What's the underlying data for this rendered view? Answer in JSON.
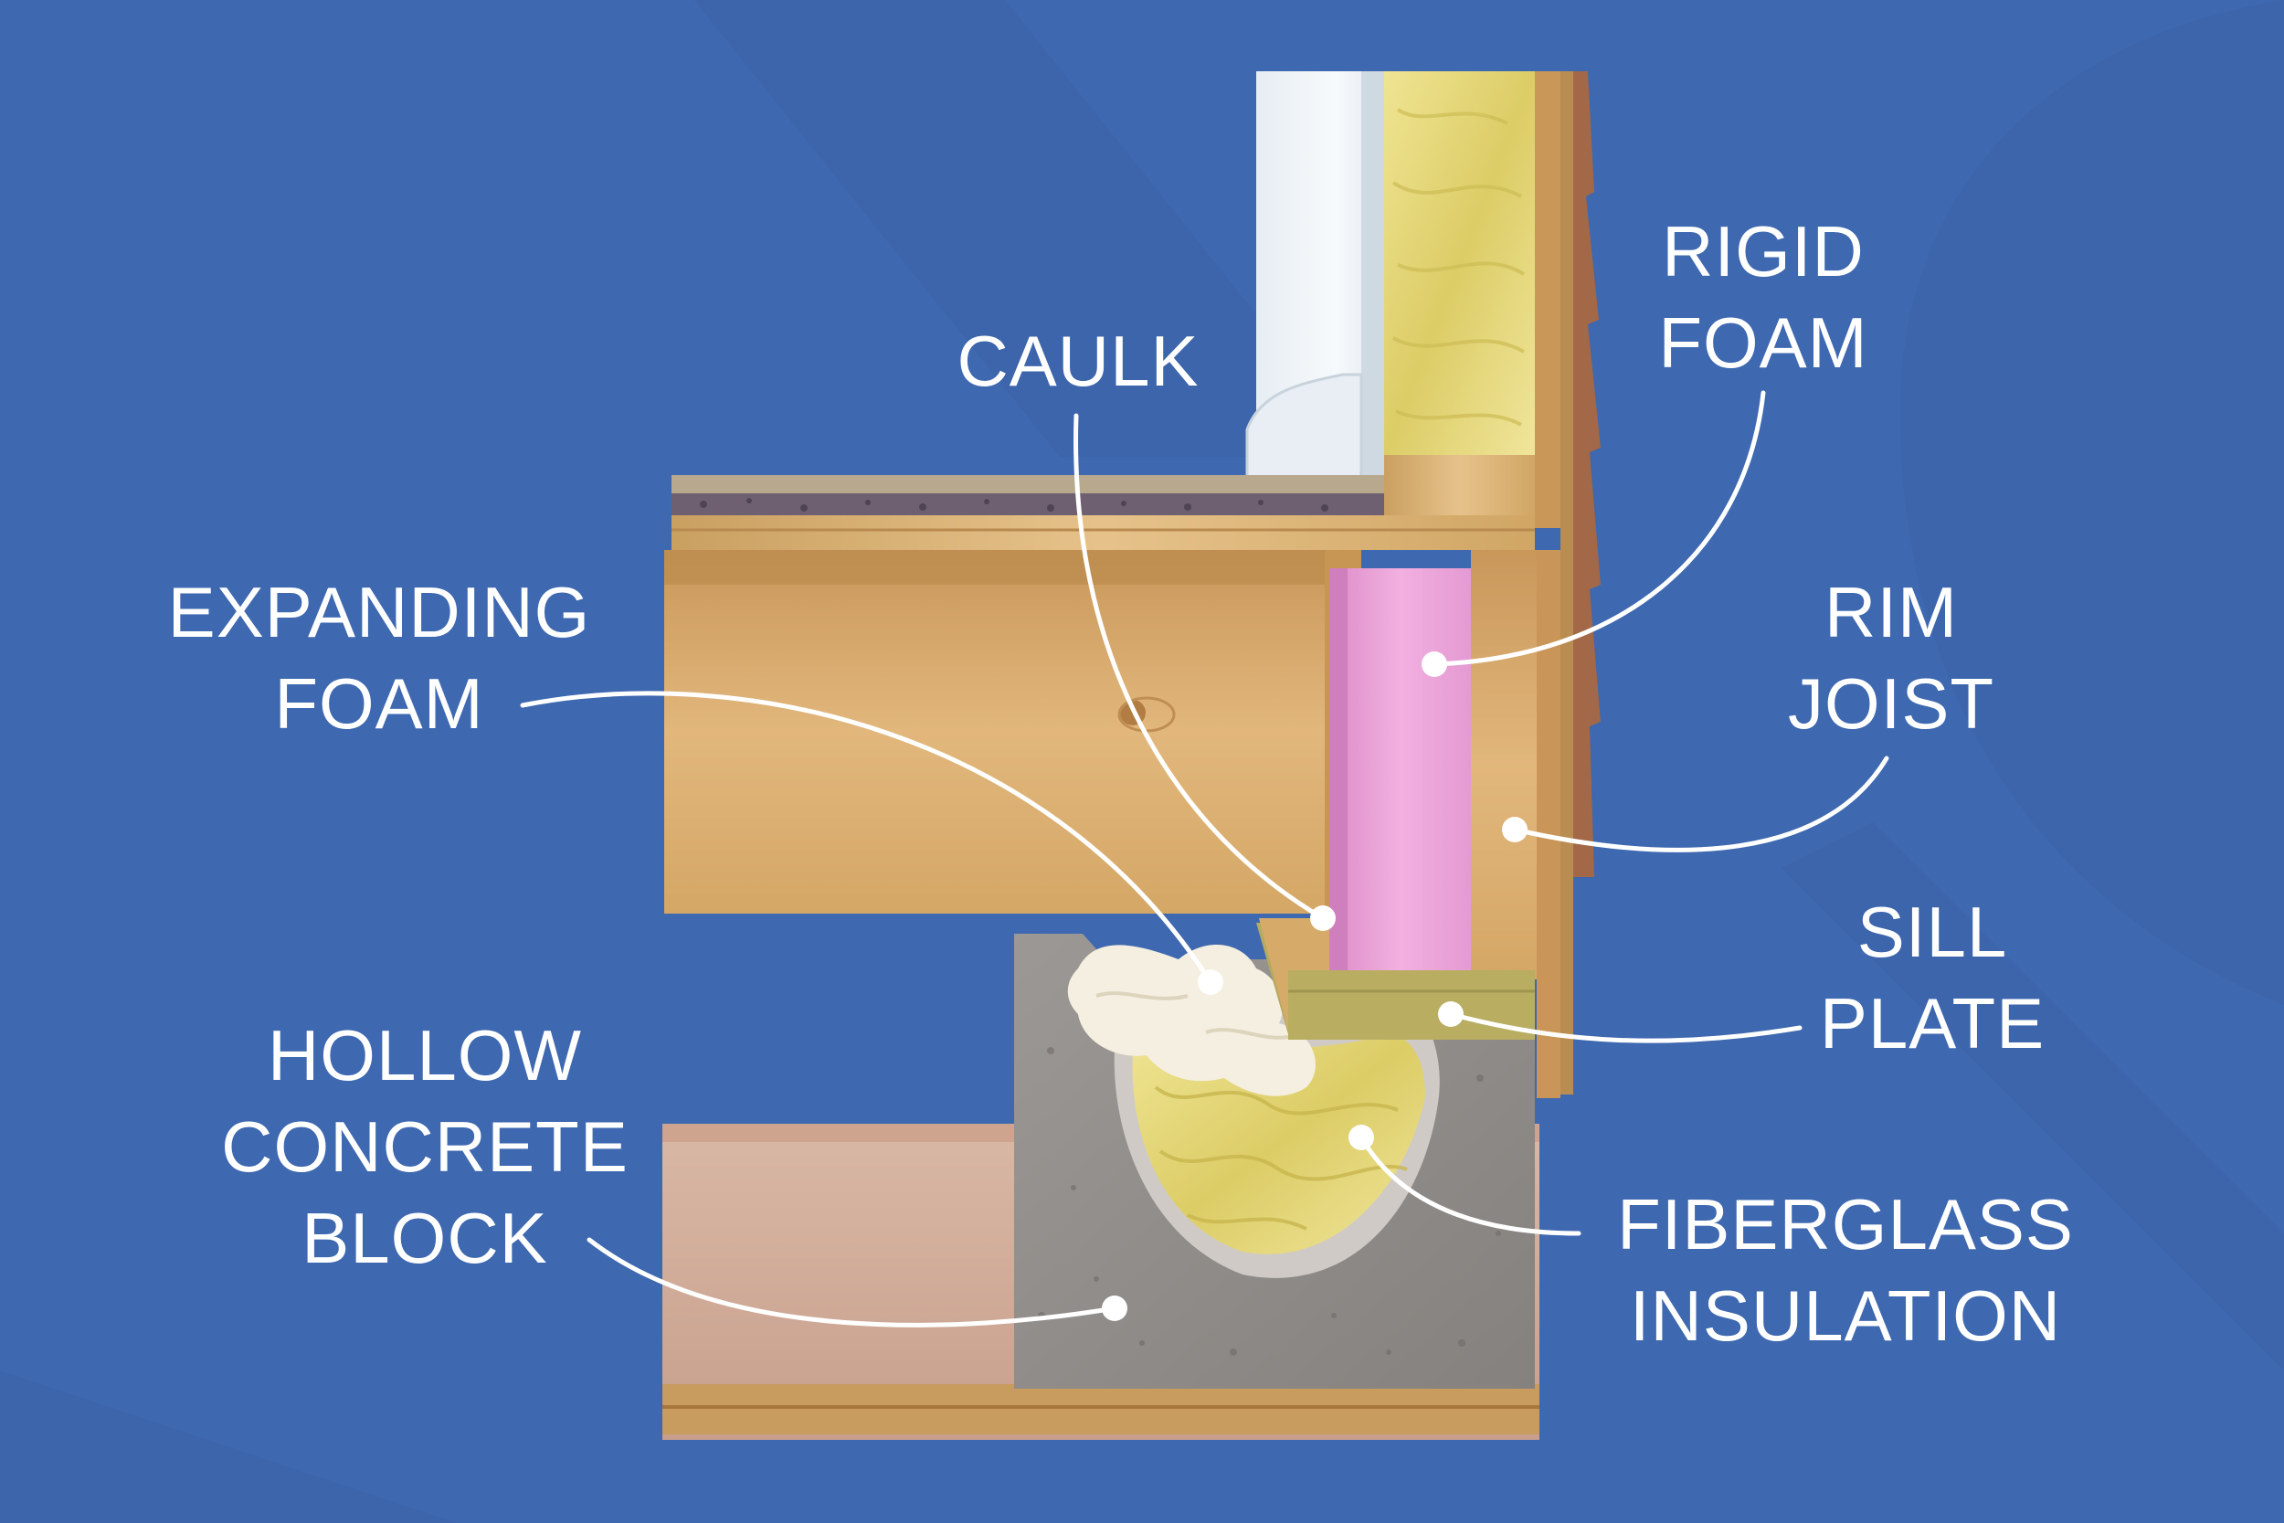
{
  "colors": {
    "background": "#3e68b0",
    "background_shape": "#3a62a8",
    "label_text": "#ffffff",
    "leader_line": "#ffffff",
    "pink_rigid_foam": "#ea9fd6",
    "yellow_fiberglass": "#e9dd7c",
    "plywood": "#d8ad72",
    "concrete": "#8f8b88",
    "sill_green": "#b9ac62",
    "drywall": "#eef3f7"
  },
  "labels": {
    "caulk": {
      "line1": "CAULK"
    },
    "rigid_foam": {
      "line1": "RIGID",
      "line2": "FOAM"
    },
    "expanding_foam": {
      "line1": "EXPANDING",
      "line2": "FOAM"
    },
    "rim_joist": {
      "line1": "RIM",
      "line2": "JOIST"
    },
    "sill_plate": {
      "line1": "SILL",
      "line2": "PLATE"
    },
    "hollow_concrete_block": {
      "line1": "HOLLOW",
      "line2": "CONCRETE",
      "line3": "BLOCK"
    },
    "fiberglass_insulation": {
      "line1": "FIBERGLASS",
      "line2": "INSULATION"
    }
  }
}
